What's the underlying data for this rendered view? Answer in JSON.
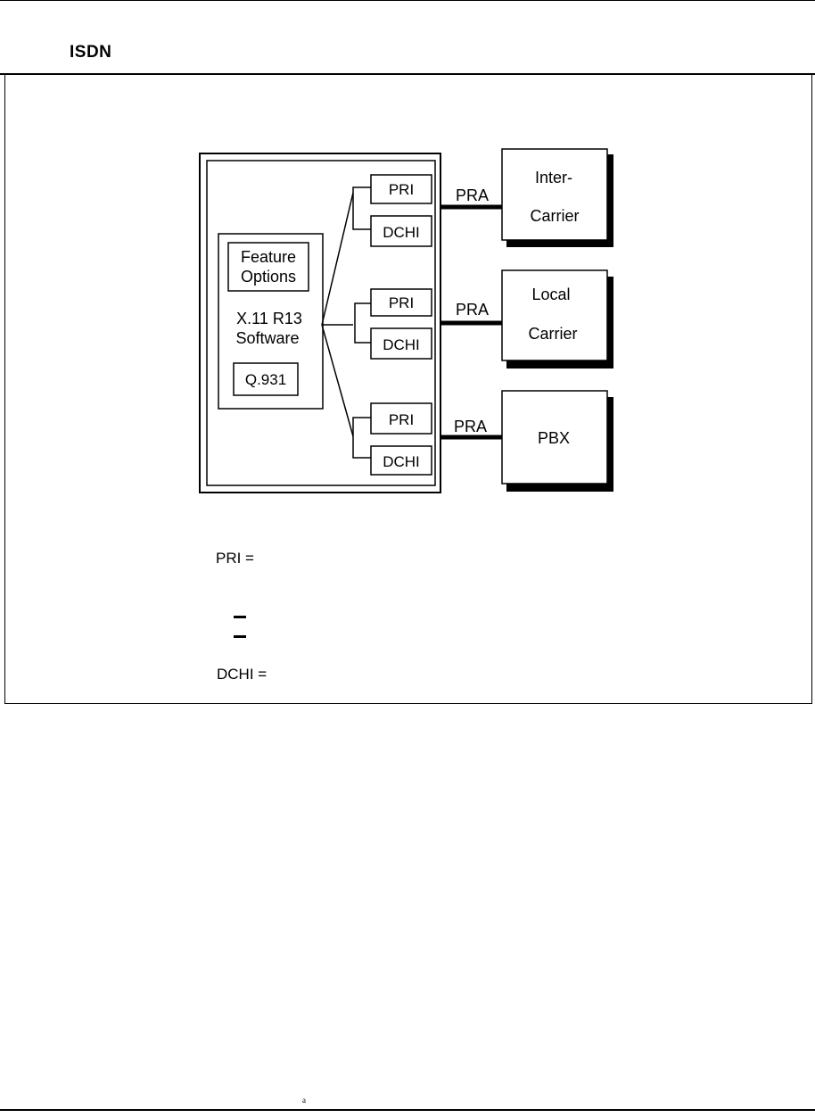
{
  "header": {
    "title": "ISDN"
  },
  "diagram": {
    "switch": {
      "feature_options": [
        "Feature",
        "Options"
      ],
      "software": [
        "X.11 R13",
        "Software"
      ],
      "protocol": "Q.931"
    },
    "interfaces": [
      {
        "pri": "PRI",
        "dchi": "DCHI",
        "link": "PRA"
      },
      {
        "pri": "PRI",
        "dchi": "DCHI",
        "link": "PRA"
      },
      {
        "pri": "PRI",
        "dchi": "DCHI",
        "link": "PRA"
      }
    ],
    "endpoints": [
      {
        "line1": "Inter-",
        "line2": "Carrier"
      },
      {
        "line1": "Local",
        "line2": "Carrier"
      },
      {
        "line1": "PBX",
        "line2": ""
      }
    ]
  },
  "legend": {
    "pri": "PRI =",
    "dchi": "DCHI ="
  },
  "footer": {
    "mark": "a"
  }
}
